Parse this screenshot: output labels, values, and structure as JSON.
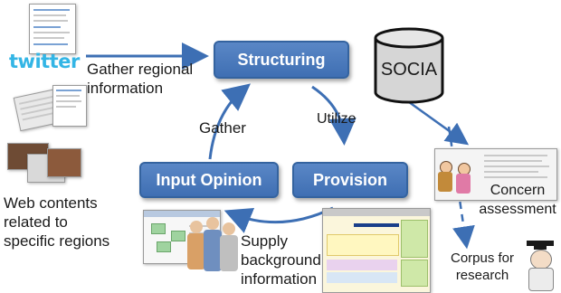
{
  "sources": {
    "twitter_logo_text": "twitter",
    "gather_label": "Gather regional information",
    "web_label": "Web contents related to specific regions"
  },
  "process": {
    "structuring": "Structuring",
    "input_opinion": "Input Opinion",
    "provision": "Provision"
  },
  "edges": {
    "gather": "Gather",
    "utilize": "Utilize",
    "supply": "Supply background information"
  },
  "db": {
    "label": "SOCIA"
  },
  "outputs": {
    "concern": "Concern assessment",
    "corpus": "Corpus for research"
  },
  "colors": {
    "box_fill": "#4a7bbf",
    "arrow": "#3d6fb4",
    "twitter": "#33b5e5"
  }
}
